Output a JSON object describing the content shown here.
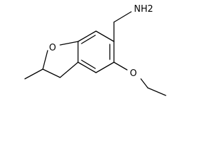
{
  "molecule": {
    "atoms": {
      "amine_label": "NH2",
      "ring_oxygen_label": "O",
      "ethoxy_oxygen_label": "O"
    }
  }
}
